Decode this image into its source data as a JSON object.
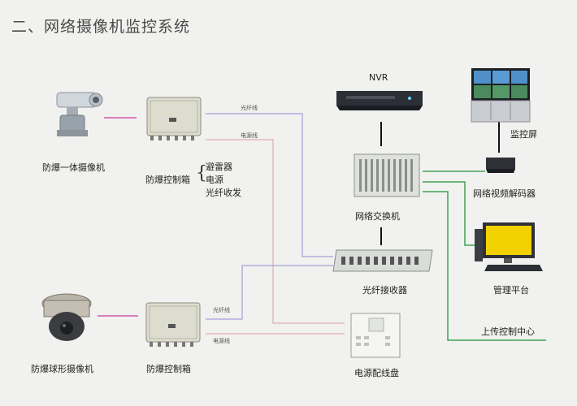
{
  "title": "二、网络摄像机监控系统",
  "nodes": {
    "ex_camera": "防爆一体摄像机",
    "ex_box_top": "防爆控制箱",
    "box_items": [
      "避雷器",
      "电源",
      "光纤收发"
    ],
    "nvr": "NVR",
    "monitor_wall": "监控屏",
    "decoder": "网络视频解码器",
    "switch": "网络交换机",
    "fiber_receiver": "光纤接收器",
    "platform": "管理平台",
    "upload": "上传控制中心",
    "dome_camera": "防爆球形摄像机",
    "ex_box_bottom": "防爆控制箱",
    "power_panel": "电源配线盘"
  },
  "line_labels": {
    "fiber_top": "光纤线",
    "power_top": "电源线",
    "fiber_bottom": "光纤线",
    "power_bottom": "电源线"
  },
  "colors": {
    "fiber": "#8f8fd6",
    "power": "#d79ea0",
    "network": "#3ea357",
    "camera_link": "#cc3a9a"
  }
}
